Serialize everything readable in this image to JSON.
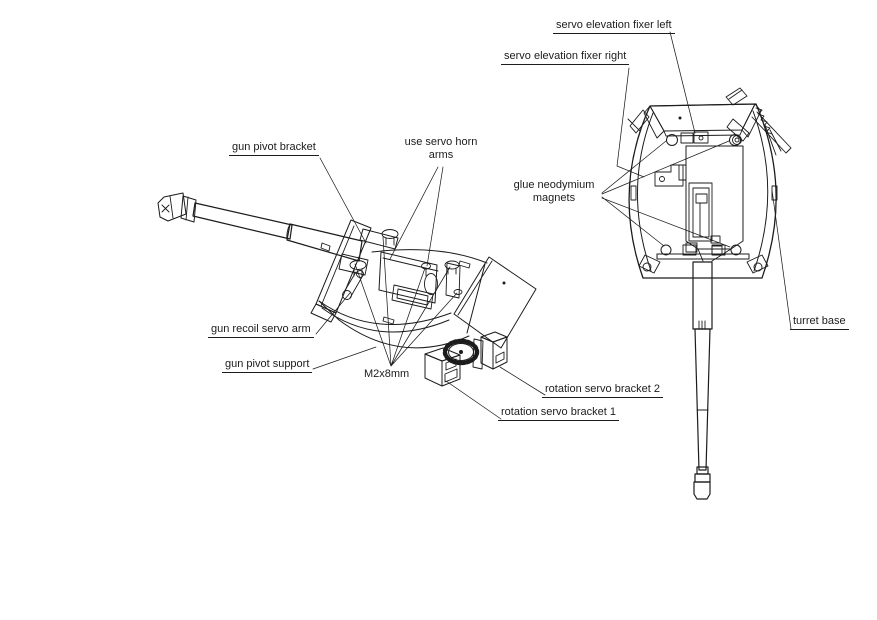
{
  "diagram": {
    "colors": {
      "background": "#ffffff",
      "line": "#1c1c1c"
    },
    "labels": {
      "servo_elevation_fixer_left": "servo elevation fixer left",
      "servo_elevation_fixer_right": "servo elevation fixer right",
      "gun_pivot_bracket": "gun pivot bracket",
      "use_servo_horn_arms": {
        "line1": "use servo horn",
        "line2": "arms"
      },
      "glue_neodymium_magnets": {
        "line1": "glue neodymium",
        "line2": "magnets"
      },
      "gun_recoil_servo_arm": "gun recoil servo arm",
      "gun_pivot_support": "gun pivot support",
      "m2x8mm": "M2x8mm",
      "rotation_servo_bracket_2": "rotation servo bracket 2",
      "rotation_servo_bracket_1": "rotation servo bracket 1",
      "turret_base": "turret base"
    }
  }
}
